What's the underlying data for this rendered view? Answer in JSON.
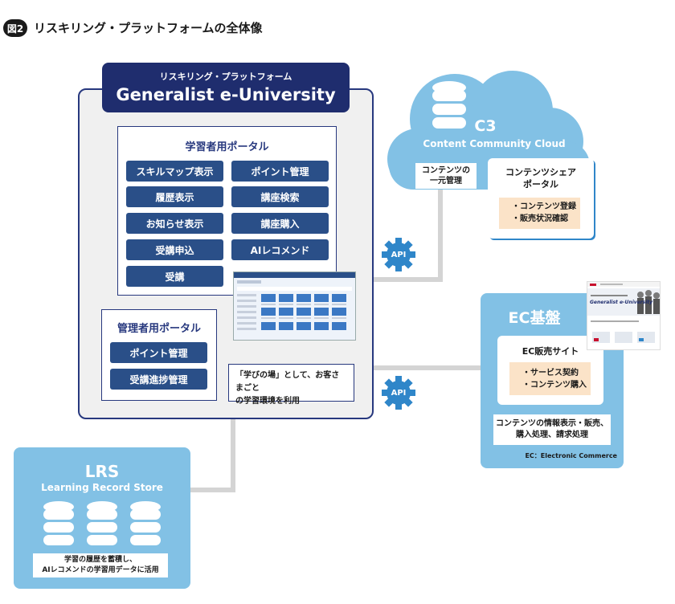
{
  "figure": {
    "badge": "図2",
    "title": "リスキリング・プラットフォームの全体像"
  },
  "platform": {
    "subtitle": "リスキリング・プラットフォーム",
    "title": "Generalist e-University"
  },
  "learner_portal": {
    "title": "学習者用ポータル",
    "buttons": [
      "スキルマップ表示",
      "ポイント管理",
      "履歴表示",
      "講座検索",
      "お知らせ表示",
      "講座購入",
      "受講申込",
      "AIレコメンド",
      "受講"
    ]
  },
  "admin_portal": {
    "title": "管理者用ポータル",
    "buttons": [
      "ポイント管理",
      "受講進捗管理"
    ]
  },
  "learning_note": {
    "lines": [
      "「学びの場」として、お客さまごと",
      "の学習環境を利用"
    ]
  },
  "api": {
    "label": "API"
  },
  "c3": {
    "title": "C3",
    "subtitle": "Content Community Cloud",
    "unify_box": [
      "コンテンツの",
      "一元管理"
    ],
    "share_portal": {
      "title_lines": [
        "コンテンツシェア",
        "ポータル"
      ],
      "items": [
        "・コンテンツ登録",
        "・販売状況確認"
      ]
    }
  },
  "ec": {
    "title": "EC基盤",
    "site_title": "EC販売サイト",
    "site_items": [
      "・サービス契約",
      "・コンテンツ購入"
    ],
    "desc_lines": [
      "コンテンツの情報表示・販売、",
      "購入処理、請求処理"
    ],
    "footnote": "EC：Electronic Commerce",
    "thumb": {
      "logo": "Generalist e-University"
    }
  },
  "lrs": {
    "title": "LRS",
    "subtitle": "Learning Record Store",
    "desc_lines": [
      "学習の履歴を蓄積し、",
      "AIレコメンドの学習用データに活用"
    ]
  },
  "colors": {
    "navy": "#1f2d6e",
    "button_blue": "#2a4f88",
    "sky": "#82c1e5",
    "peach": "#fbe3c8",
    "connector": "#d4d4d4"
  }
}
